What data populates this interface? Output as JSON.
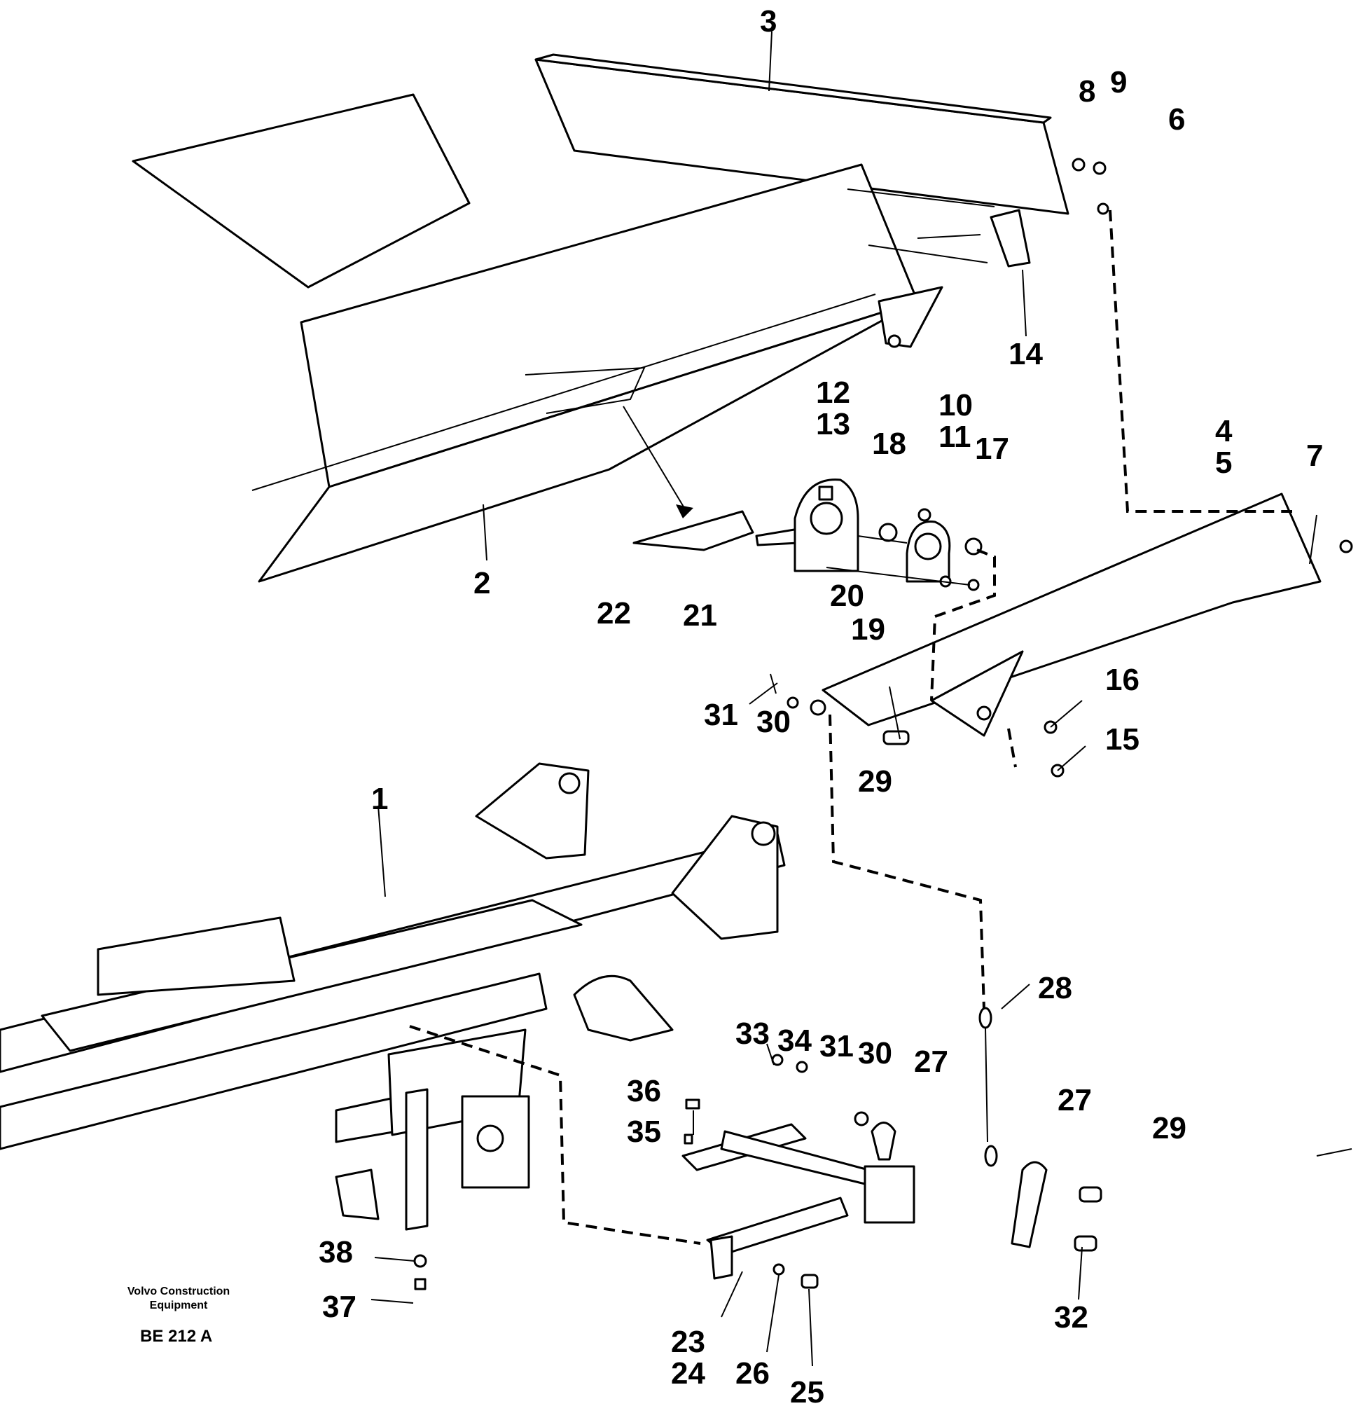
{
  "diagram": {
    "callouts": [
      "1",
      "2",
      "3",
      "4",
      "5",
      "6",
      "7",
      "8",
      "9",
      "10",
      "11",
      "12",
      "13",
      "14",
      "15",
      "16",
      "17",
      "18",
      "19",
      "20",
      "21",
      "22",
      "23",
      "24",
      "25",
      "26",
      "27",
      "27",
      "28",
      "29",
      "29",
      "30",
      "30",
      "31",
      "31",
      "32",
      "33",
      "34",
      "35",
      "36",
      "37",
      "38"
    ]
  },
  "caption": {
    "line1": "Volvo Construction",
    "line2": "Equipment",
    "code": "BE 212 A"
  }
}
